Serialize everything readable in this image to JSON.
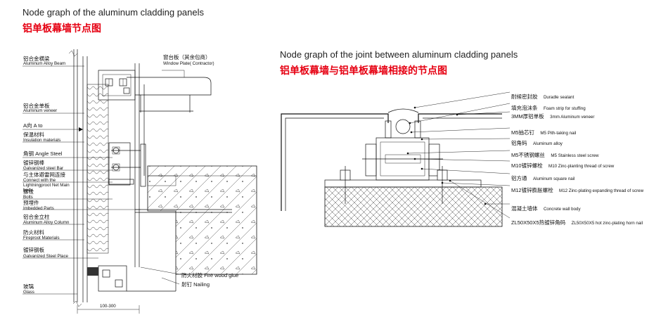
{
  "left": {
    "title_en": "Node graph of the aluminum cladding panels",
    "title_zh": "铝单板幕墙节点图",
    "labels": [
      {
        "zh": "铝合金横梁",
        "en": "Aluminum Alloy Beam"
      },
      {
        "zh": "铝合金单板",
        "en": "Aluminum veneer"
      },
      {
        "zh": "A向 A to",
        "en": ""
      },
      {
        "zh": "保温材料",
        "en": "Insulation materials"
      },
      {
        "zh": "角钢 Angle Steel",
        "en": ""
      },
      {
        "zh": "镀锌钢棒",
        "en": "Galvanized steel Bar"
      },
      {
        "zh": "与主体避雷网连接",
        "en": "Connect with the Lightningproot Net Main body"
      },
      {
        "zh": "螺栓",
        "en": "Bolts"
      },
      {
        "zh": "预埋件",
        "en": "Imbedded Parts"
      },
      {
        "zh": "铝合金立柱",
        "en": "Aluminum Alloy Column"
      },
      {
        "zh": "防火材料",
        "en": "Fireproot Materials"
      },
      {
        "zh": "镀锌钢板",
        "en": "Galvanized Steel Place"
      },
      {
        "zh": "玻璃",
        "en": "Glass"
      }
    ],
    "window_label_zh": "窗台板（其余包商）",
    "window_label_en": "Window Plate( Contractor)",
    "glue_label": "防火材胶 Fire wood glue",
    "nail_label": "射钉 Nailing",
    "dimension": "100-300"
  },
  "right": {
    "title_en": "Node graph of the joint between aluminum cladding panels",
    "title_zh": "铝单板幕墙与铝单板幕墙相接的节点图",
    "labels": [
      {
        "zh": "耐候密封胶",
        "en": "Duradle sealant"
      },
      {
        "zh": "填充泡沫条",
        "en": "Foam strip for stuffing"
      },
      {
        "zh": "3MM厚铝单板",
        "en": "3mm Aluminum veneer"
      },
      {
        "zh": "M5抽芯钉",
        "en": "M5 Pith-taking nail"
      },
      {
        "zh": "铝角码",
        "en": "Aluminum alloy"
      },
      {
        "zh": "M5不锈钢螺丝",
        "en": "M5 Stainless steel screw"
      },
      {
        "zh": "M10镀锌螺栓",
        "en": "M10 Zinc-planting thread of screw"
      },
      {
        "zh": "铝方通",
        "en": "Aluminum square nail"
      },
      {
        "zh": "M12镀锌膨胀螺栓",
        "en": "M12 Zinc-plating expanding thread of screw"
      },
      {
        "zh": "混凝土墙体",
        "en": "Concrete wall body"
      },
      {
        "zh": "ZL50X50X5热镀锌角码",
        "en": "ZL50X50X5 hot zinc-plating horn nail"
      }
    ]
  }
}
